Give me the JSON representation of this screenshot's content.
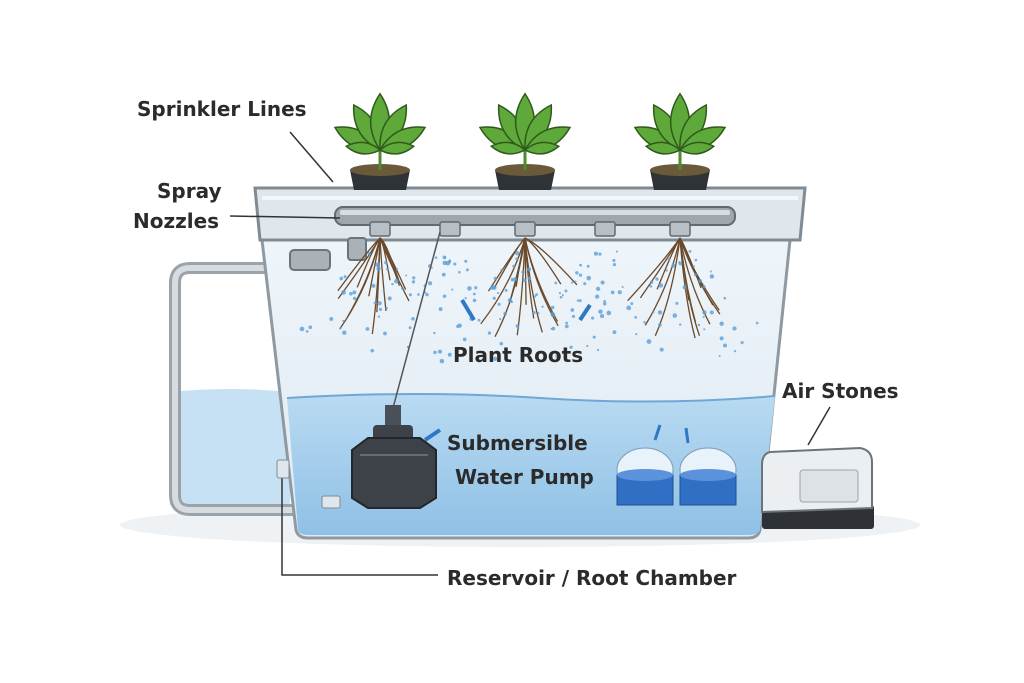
{
  "labels": {
    "sprinkler_lines": "Sprinkler Lines",
    "spray": "Spray",
    "nozzles": "Nozzles",
    "plant_roots": "Plant Roots",
    "submersible": "Submersible",
    "water_pump": "Water Pump",
    "air_stones": "Air Stones",
    "reservoir": "Reservoir / Root Chamber"
  },
  "colors": {
    "water": "#a9cfec",
    "leaf": "#5fa83a",
    "pipe": "#aeb6bd",
    "pump": "#3d4248",
    "air_stone": "#2f6fc4"
  }
}
